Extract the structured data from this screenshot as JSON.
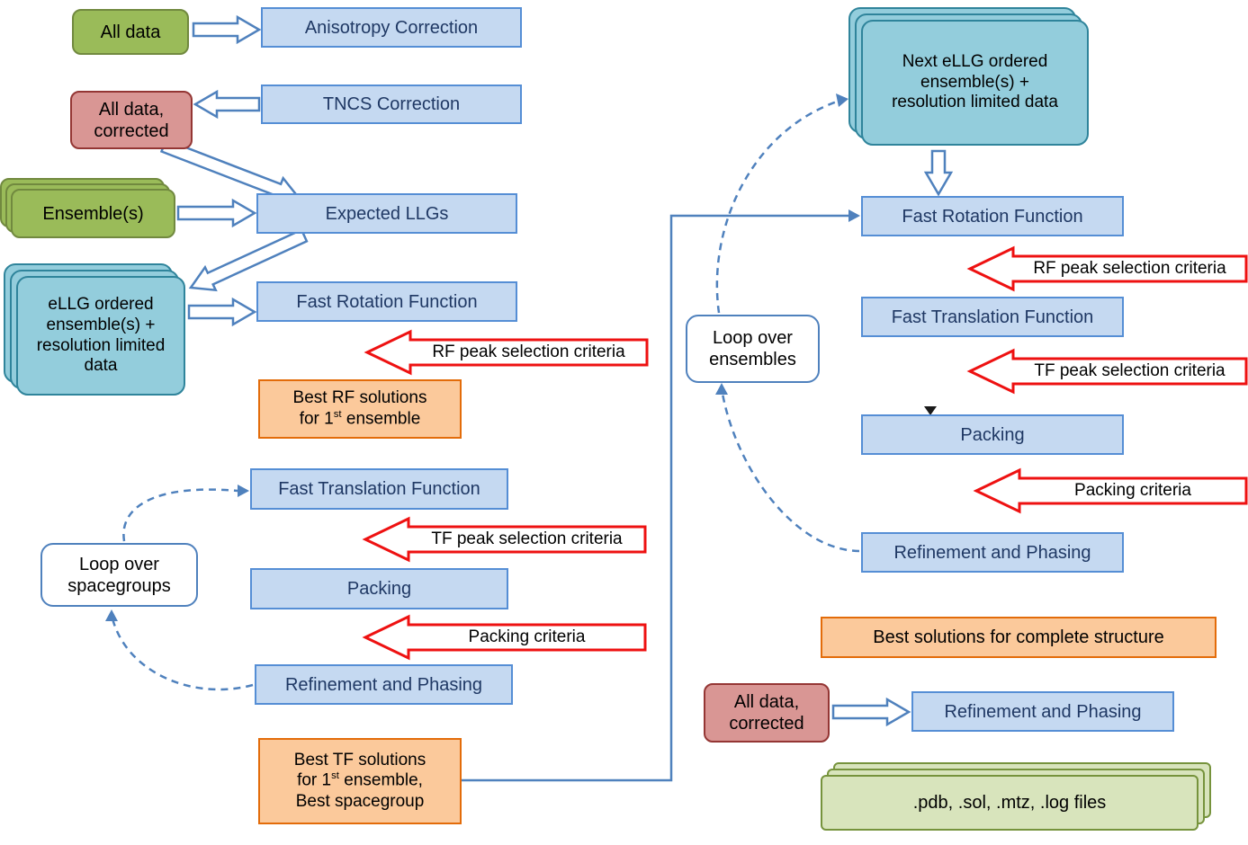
{
  "colors": {
    "blue_fill": "#c5d9f1",
    "blue_border": "#558ed5",
    "blue_text": "#1f3864",
    "green_fill": "#9abb59",
    "green_border": "#71893f",
    "pink_fill": "#d99694",
    "pink_border": "#943634",
    "teal_fill": "#93cddc",
    "teal_border": "#2f849b",
    "orange_fill": "#fbc99b",
    "orange_border": "#e36c0a",
    "palegreen_fill": "#d8e4bc",
    "palegreen_border": "#76933c",
    "criteria_arrow_border": "#ee1111",
    "flow_arrow_color": "#4f81bd"
  },
  "left": {
    "all_data": "All data",
    "anisotropy": "Anisotropy Correction",
    "tncs": "TNCS Correction",
    "all_data_corrected": "All data, corrected",
    "ensembles": "Ensemble(s)",
    "expected_llgs": "Expected LLGs",
    "ellg_stack": "eLLG ordered ensemble(s) + resolution limited data",
    "fast_rotation": "Fast Rotation Function",
    "rf_criteria": "RF peak selection criteria",
    "best_rf": {
      "line1": "Best RF solutions",
      "line2_pre": "for 1",
      "line2_sup": "st",
      "line2_post": " ensemble"
    },
    "fast_translation": "Fast Translation Function",
    "tf_criteria": "TF peak selection criteria",
    "packing": "Packing",
    "packing_criteria": "Packing criteria",
    "refinement": "Refinement and Phasing",
    "loop_spacegroups": "Loop over spacegroups",
    "best_tf": {
      "line1": "Best TF solutions",
      "line2_pre": "for 1",
      "line2_sup": "st",
      "line2_post": " ensemble,",
      "line3": "Best spacegroup"
    }
  },
  "right": {
    "next_ellg": "Next eLLG ordered ensemble(s) + resolution limited data",
    "fast_rotation": "Fast Rotation Function",
    "rf_criteria": "RF peak selection criteria",
    "fast_translation": "Fast Translation Function",
    "tf_criteria": "TF peak selection criteria",
    "packing": "Packing",
    "packing_criteria": "Packing criteria",
    "refinement": "Refinement and Phasing",
    "loop_ensembles": "Loop over ensembles",
    "best_solutions": "Best solutions for complete structure",
    "all_data_corrected": "All data, corrected",
    "refinement_final": "Refinement and Phasing",
    "output_files": ".pdb, .sol, .mtz, .log files"
  }
}
